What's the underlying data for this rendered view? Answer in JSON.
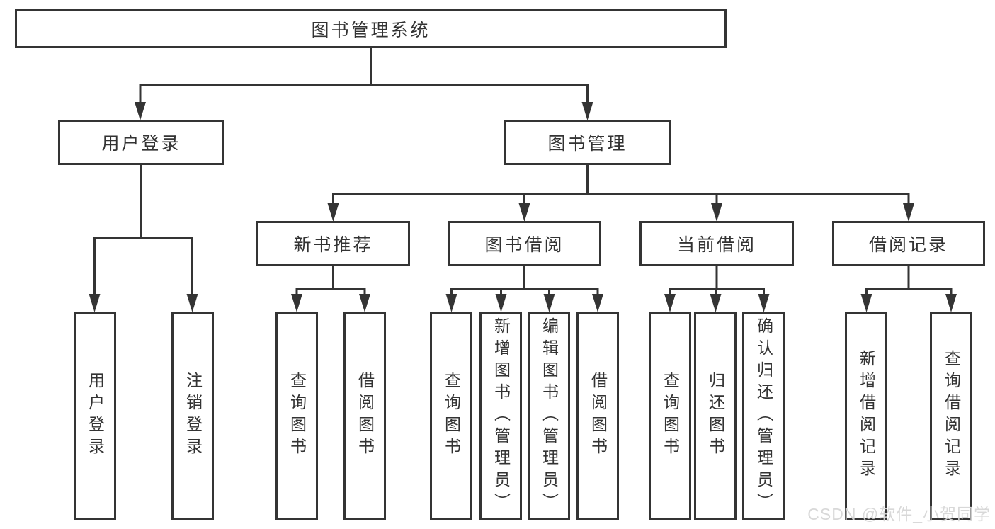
{
  "root": {
    "label": "图书管理系统"
  },
  "branches": {
    "user_login": {
      "label": "用户登录",
      "children": [
        {
          "label": "用户登录"
        },
        {
          "label": "注销登录"
        }
      ]
    },
    "book_management": {
      "label": "图书管理",
      "sections": [
        {
          "label": "新书推荐",
          "children": [
            {
              "label": "查询图书"
            },
            {
              "label": "借阅图书"
            }
          ]
        },
        {
          "label": "图书借阅",
          "children": [
            {
              "label": "查询图书"
            },
            {
              "label": "新增图书（管理员）"
            },
            {
              "label": "编辑图书（管理员）"
            },
            {
              "label": "借阅图书"
            }
          ]
        },
        {
          "label": "当前借阅",
          "children": [
            {
              "label": "查询图书"
            },
            {
              "label": "归还图书"
            },
            {
              "label": "确认归还（管理员）"
            }
          ]
        },
        {
          "label": "借阅记录",
          "children": [
            {
              "label": "新增借阅记录"
            },
            {
              "label": "查询借阅记录"
            }
          ]
        }
      ]
    }
  },
  "watermark": {
    "text": "CSDN @软件_小贺同学"
  },
  "colors": {
    "line": "#343434",
    "text": "#333333",
    "background": "#ffffff",
    "watermark": "#d6d6d6"
  }
}
